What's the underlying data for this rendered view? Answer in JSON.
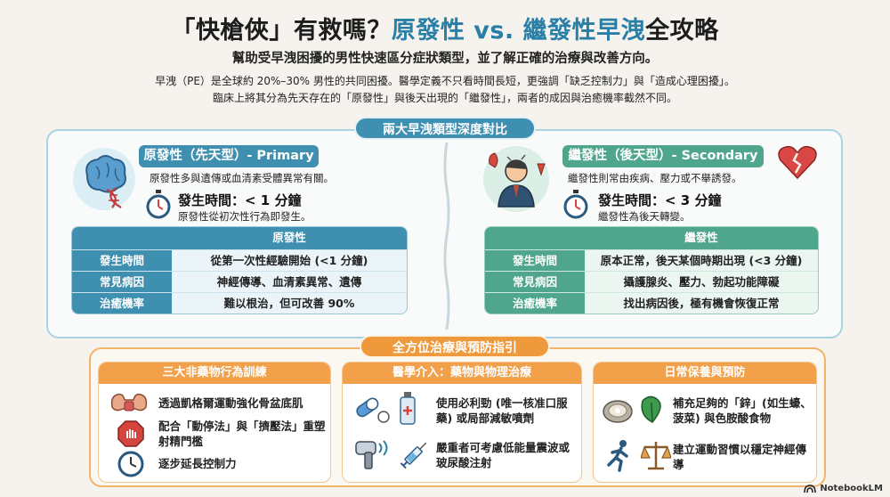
{
  "header": {
    "title_lead": "「快槍俠」有救嗎？",
    "title_hl": "原發性 vs. 繼發性早洩",
    "title_tail": "全攻略",
    "subtitle": "幫助受早洩困擾的男性快速區分症狀類型，並了解正確的治療與改善方向。",
    "intro_line1": "早洩（PE）是全球約 20%–30% 男性的共同困擾。醫學定義不只看時間長短，更強調「缺乏控制力」與「造成心理困擾」。",
    "intro_line2": "臨床上將其分為先天存在的「原發性」與後天出現的「繼發性」，兩者的成因與治癒機率截然不同。"
  },
  "comparison": {
    "section_title": "兩大早洩類型深度對比",
    "primary": {
      "tag": "原發性（先天型）- Primary",
      "desc": "原發性多與遺傳或血清素受體異常有關。",
      "onset": "發生時間：< 1 分鐘",
      "onset_sub": "原發性從初次性行為即發生。",
      "table_header": "原發性",
      "rows": [
        {
          "k": "發生時間",
          "v": "從第一次性經驗開始 (<1 分鐘)"
        },
        {
          "k": "常見病因",
          "v": "神經傳導、血清素異常、遺傳"
        },
        {
          "k": "治癒機率",
          "v": "難以根治，但可改善 90%"
        }
      ]
    },
    "secondary": {
      "tag": "繼發性（後天型）- Secondary",
      "desc": "繼發性則常由疾病、壓力或不舉誘發。",
      "onset": "發生時間：< 3 分鐘",
      "onset_sub": "繼發性為後天轉變。",
      "table_header": "繼發性",
      "rows": [
        {
          "k": "發生時間",
          "v": "原本正常，後天某個時期出現 (<3 分鐘)"
        },
        {
          "k": "常見病因",
          "v": "攝護腺炎、壓力、勃起功能障礙"
        },
        {
          "k": "治癒機率",
          "v": "找出病因後，極有機會恢復正常"
        }
      ]
    }
  },
  "treatment": {
    "section_title": "全方位治療與預防指引",
    "cards": [
      {
        "title": "三大非藥物行為訓練",
        "items": [
          "透過凱格爾運動強化骨盆底肌",
          "配合「動停法」與「擠壓法」重塑射精門檻",
          "逐步延長控制力"
        ]
      },
      {
        "title": "醫學介入：藥物與物理治療",
        "items": [
          "使用必利勁 (唯一核准口服藥) 或局部減敏噴劑",
          "嚴重者可考慮低能量震波或玻尿酸注射"
        ]
      },
      {
        "title": "日常保養與預防",
        "items": [
          "補充足夠的「鋅」(如生蠔、菠菜) 與色胺酸食物",
          "建立運動習慣以穩定神經傳導"
        ]
      }
    ]
  },
  "footer": {
    "brand": "NotebookLM"
  },
  "colors": {
    "blue": "#3f8fb0",
    "green": "#4fa68c",
    "orange": "#f2a14a"
  },
  "icons": [
    "brain-dna-icon",
    "stopwatch-icon",
    "stressed-man-icon",
    "broken-heart-icon",
    "muscle-icon",
    "stop-sign-icon",
    "clock-icon",
    "pills-icon",
    "spray-icon",
    "shockwave-device-icon",
    "syringe-icon",
    "oyster-icon",
    "spinach-icon",
    "runner-icon",
    "balance-scale-icon"
  ]
}
